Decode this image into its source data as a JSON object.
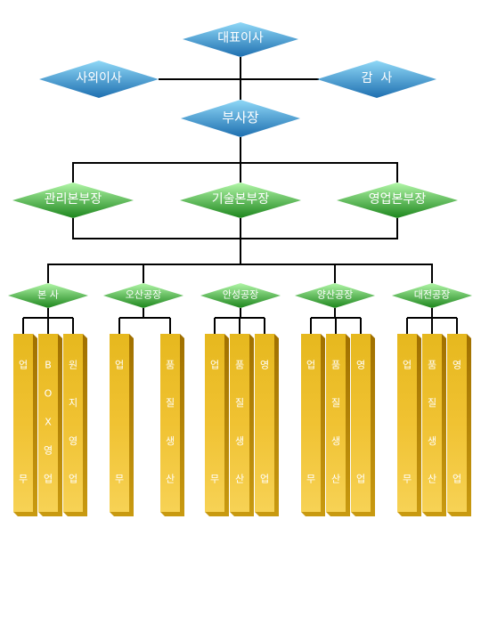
{
  "colors": {
    "blue_light": "#7fd0f5",
    "blue_dark": "#1f74b7",
    "green_light": "#a6f59a",
    "green_dark": "#1f8a1f",
    "gold_light": "#f2d064",
    "gold_dark": "#b88a00",
    "line": "#000000"
  },
  "top": {
    "ceo": "대표이사",
    "outside_director": "사외이사",
    "auditor": "감  사",
    "vice_president": "부사장"
  },
  "divisions": [
    "관리본부장",
    "기술본부장",
    "영업본부장"
  ],
  "sites": [
    {
      "name": "본  사",
      "columns": [
        [
          "업",
          "무"
        ],
        [
          "B",
          "O",
          "X",
          "영",
          "업"
        ],
        [
          "원",
          "지",
          "영",
          "업"
        ]
      ]
    },
    {
      "name": "오산공장",
      "columns": [
        [
          "업",
          "무"
        ],
        [
          "품",
          "질",
          "생",
          "산"
        ]
      ]
    },
    {
      "name": "안성공장",
      "columns": [
        [
          "업",
          "무"
        ],
        [
          "품",
          "질",
          "생",
          "산"
        ],
        [
          "영",
          "업"
        ]
      ]
    },
    {
      "name": "양산공장",
      "columns": [
        [
          "업",
          "무"
        ],
        [
          "품",
          "질",
          "생",
          "산"
        ],
        [
          "영",
          "업"
        ]
      ]
    },
    {
      "name": "대전공장",
      "columns": [
        [
          "업",
          "무"
        ],
        [
          "품",
          "질",
          "생",
          "산"
        ],
        [
          "영",
          "업"
        ]
      ]
    }
  ]
}
